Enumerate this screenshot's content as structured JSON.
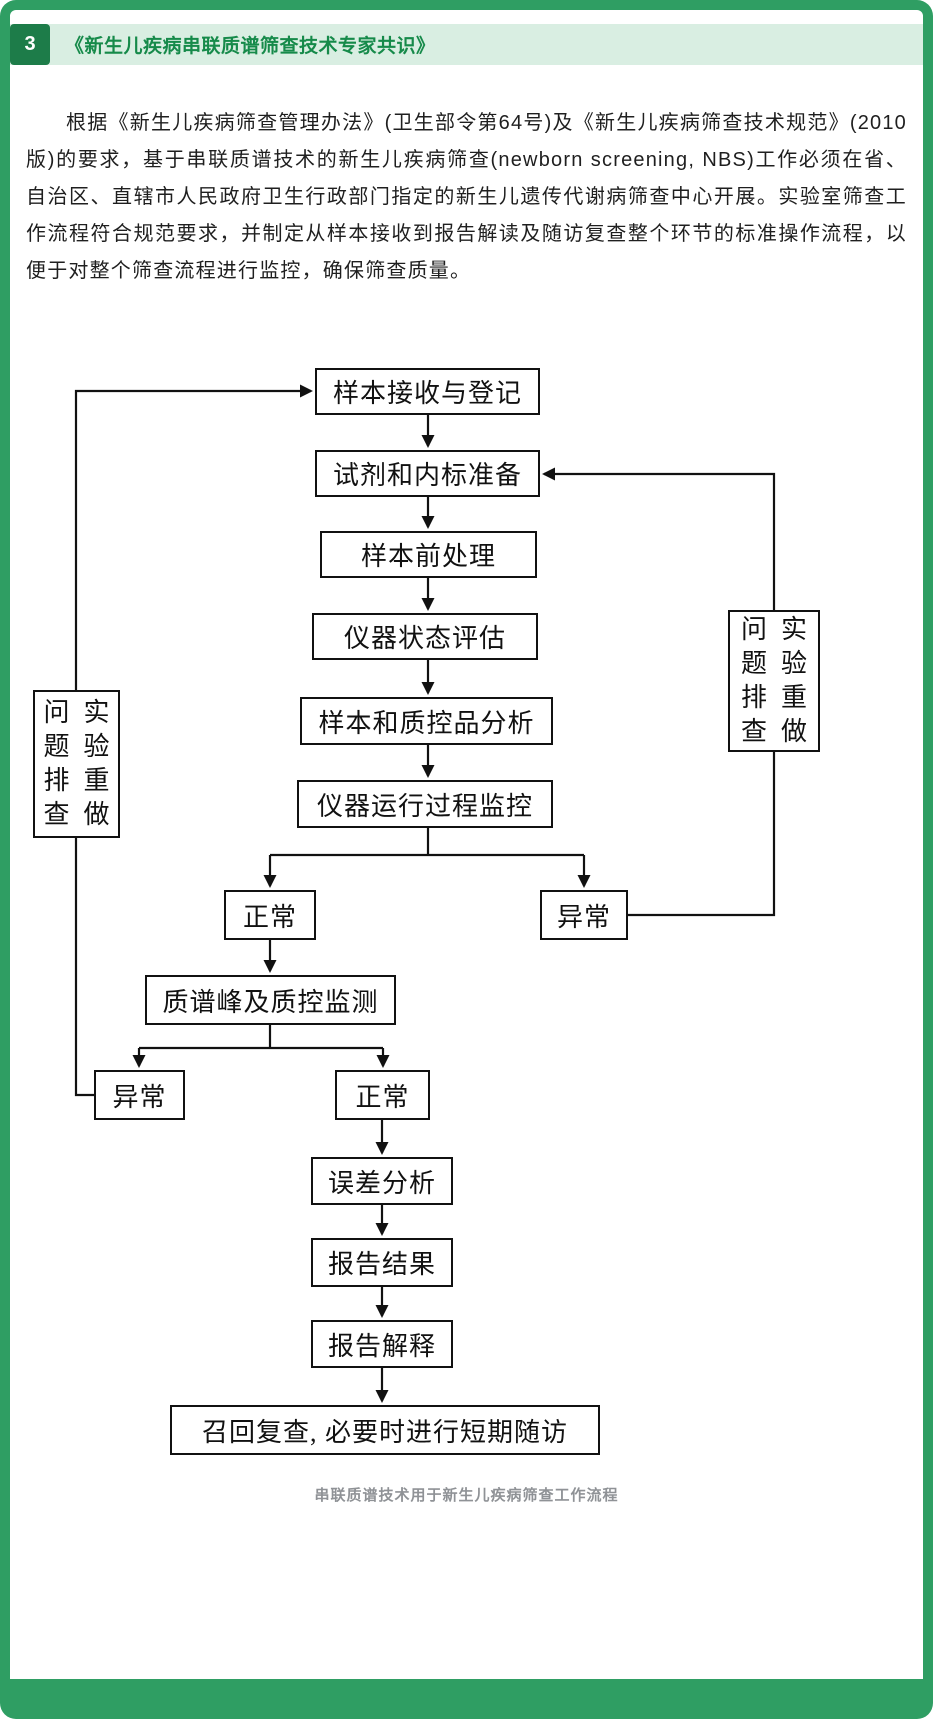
{
  "header": {
    "section_number": "3",
    "title": "《新生儿疾病串联质谱筛查技术专家共识》"
  },
  "body": {
    "paragraph": "根据《新生儿疾病筛查管理办法》(卫生部令第64号)及《新生儿疾病筛查技术规范》(2010版)的要求，基于串联质谱技术的新生儿疾病筛查(newborn screening, NBS)工作必须在省、自治区、直辖市人民政府卫生行政部门指定的新生儿遗传代谢病筛查中心开展。实验室筛查工作流程符合规范要求，并制定从样本接收到报告解读及随访复查整个环节的标准操作流程，以便于对整个筛查流程进行监控，确保筛查质量。",
    "caption": "串联质谱技术用于新生儿疾病筛查工作流程"
  },
  "colors": {
    "frame_green": "#2f9e63",
    "band_green": "#d9eee2",
    "badge_green": "#1d7c49",
    "title_green": "#168a4a"
  },
  "flowchart": {
    "nodes": {
      "receive": "样本接收与登记",
      "reagent": "试剂和内标准备",
      "pretreat": "样本前处理",
      "instrument_status": "仪器状态评估",
      "qc_analysis": "样本和质控品分析",
      "run_monitor": "仪器运行过程监控",
      "normal_1": "正常",
      "abnormal_1": "异常",
      "peak_monitor": "质谱峰及质控监测",
      "abnormal_2": "异常",
      "normal_2": "正常",
      "error_analysis": "误差分析",
      "report_result": "报告结果",
      "report_interpret": "报告解释",
      "recall": "召回复查, 必要时进行短期随访"
    },
    "side_box": {
      "col_left": "问题排查",
      "col_right": "实验重做"
    }
  }
}
